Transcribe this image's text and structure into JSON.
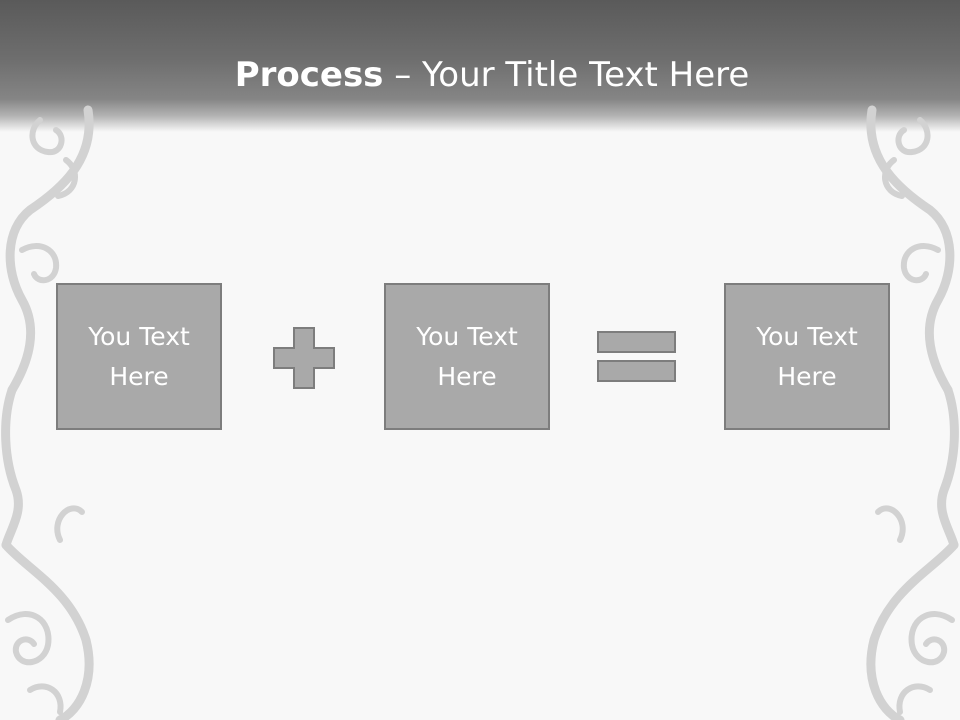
{
  "slide": {
    "title_bold": "Process",
    "title_rest": " – Your Title Text Here"
  },
  "process": {
    "boxes": [
      {
        "text": "You Text Here"
      },
      {
        "text": "You Text Here"
      },
      {
        "text": "You Text Here"
      }
    ],
    "operators": [
      "plus-icon",
      "equals-icon"
    ]
  },
  "colors": {
    "header_dark": "#5a5a5a",
    "box_fill": "#a9a9a9",
    "box_border": "#7d7d7d",
    "ornament": "#cfcfcf",
    "background": "#f8f8f8"
  }
}
